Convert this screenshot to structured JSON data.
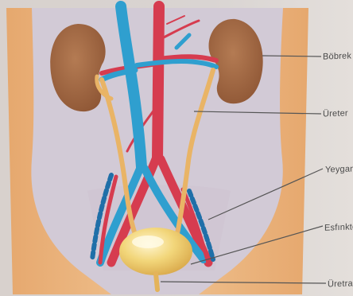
{
  "labels": {
    "kidney": "Böbrek",
    "ureter": "Üreter",
    "bladder": "Yeygan",
    "sphincter": "Esfınkte",
    "urethra": "Üretra"
  },
  "colors": {
    "skin": "#e8b07c",
    "skin_light": "#f2cfa4",
    "cavity": "#d4cdd8",
    "kidney": "#a26a46",
    "artery": "#d63c4f",
    "vein": "#2f9fcf",
    "ureter": "#e9b466",
    "bladder": "#f0d47a",
    "leader": "#555555"
  }
}
